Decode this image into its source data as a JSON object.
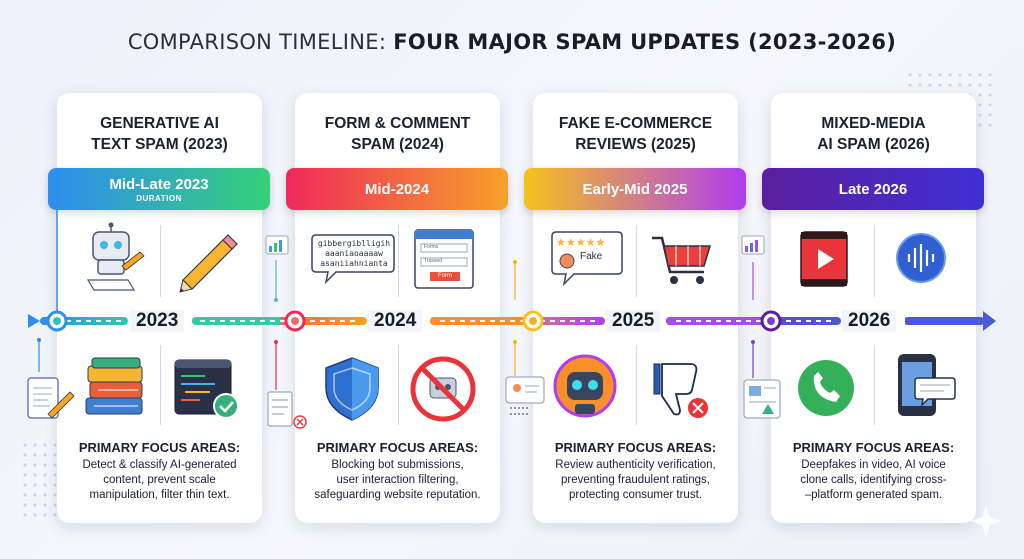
{
  "title": {
    "prefix": "COMPARISON TIMELINE:",
    "main": "FOUR MAJOR SPAM UPDATES (2023-2026)"
  },
  "colors": {
    "card1_start": "#2f8df0",
    "card1_end": "#35d07a",
    "card2_start": "#f0295b",
    "card2_end": "#f7a12a",
    "card3_start": "#f6c21c",
    "card3_end": "#b03cf0",
    "card4_start": "#5a1f9e",
    "card4_end": "#3f2fd6",
    "arrow_end": "#4a5ad8"
  },
  "cards": [
    {
      "title_line1": "GENERATIVE AI",
      "title_line2": "TEXT SPAM (2023)",
      "banner": "Mid-Late 2023",
      "banner_sub": "DURATION",
      "year": "2023",
      "icons_top": [
        "robot-writing-icon",
        "pencil-icon"
      ],
      "icons_bottom": [
        "books-icon",
        "code-check-icon"
      ],
      "focus_head": "PRIMARY FOCUS AREAS:",
      "focus_lines": [
        "Detect & classify AI-generated",
        "content, prevent scale",
        "manipulation, filter thin text."
      ]
    },
    {
      "title_line1": "FORM & COMMENT",
      "title_line2": "SPAM (2024)",
      "banner": "Mid-2024",
      "year": "2024",
      "bubble_line1": "gibbergiblligih",
      "bubble_line2": "aaaniaoaaaaw",
      "bubble_line3": "asaniiahnianta",
      "form_label1": "Forms",
      "form_label2": "Trassed",
      "form_button": "Form",
      "icons_bottom": [
        "shield-icon",
        "no-bot-icon"
      ],
      "focus_head": "PRIMARY FOCUS AREAS:",
      "focus_lines": [
        "Blocking bot submissions,",
        "user interaction filtering,",
        "safeguarding website reputation."
      ]
    },
    {
      "title_line1": "FAKE E-COMMERCE",
      "title_line2": "REVIEWS (2025)",
      "banner": "Early-Mid 2025",
      "year": "2025",
      "review_label": "Fake",
      "icons_bottom": [
        "robot-face-icon",
        "thumbs-down-icon"
      ],
      "focus_head": "PRIMARY FOCUS AREAS:",
      "focus_lines": [
        "Review authenticity verification,",
        "preventing fraudulent ratings,",
        "protecting consumer trust."
      ]
    },
    {
      "title_line1": "MIXED-MEDIA",
      "title_line2": "AI SPAM (2026)",
      "banner": "Late 2026",
      "year": "2026",
      "icons_top": [
        "video-icon",
        "voice-icon"
      ],
      "icons_bottom": [
        "phone-call-icon",
        "chat-device-icon"
      ],
      "focus_head": "PRIMARY FOCUS AREAS:",
      "focus_lines": [
        "Deepfakes in video, AI voice",
        "clone calls, identifying cross-",
        "–platform generated spam."
      ]
    }
  ]
}
